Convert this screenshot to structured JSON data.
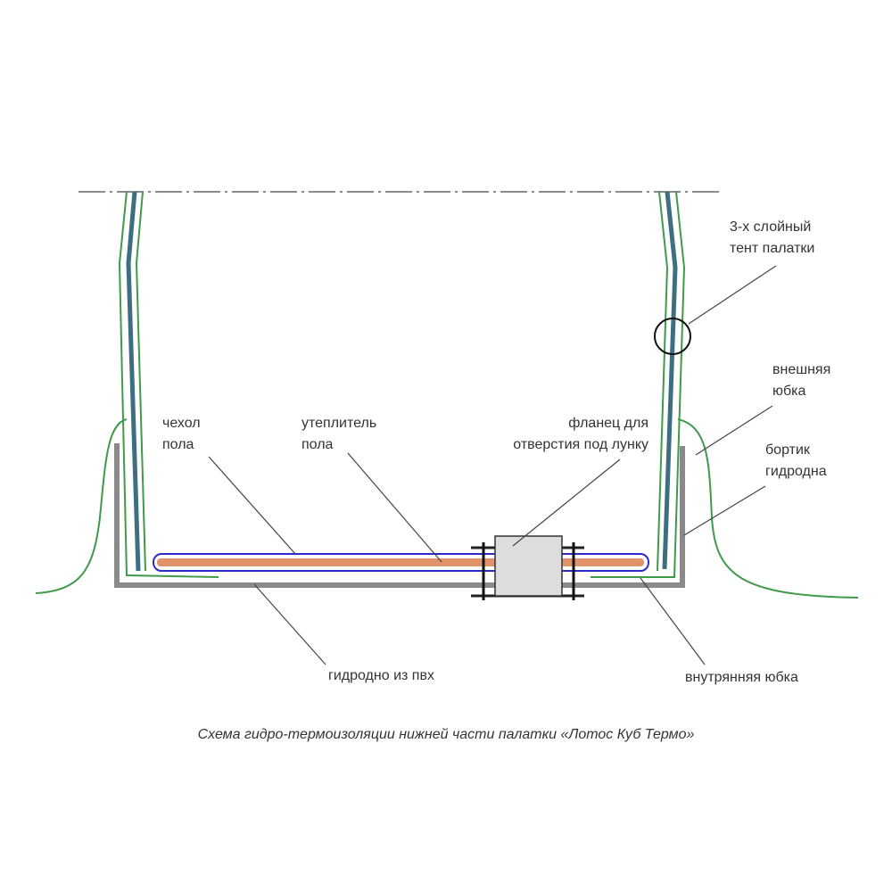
{
  "labels": {
    "tent": [
      "3-х слойный",
      "тент палатки"
    ],
    "outer_skirt": [
      "внешняя",
      "юбка"
    ],
    "side": [
      "бортик",
      "гидродна"
    ],
    "floor_cover": [
      "чехол",
      "пола"
    ],
    "insulation": [
      "утеплитель",
      "пола"
    ],
    "flange": [
      "фланец для",
      "отверстия под лунку"
    ],
    "bottom": "гидродно из пвх",
    "inner_skirt": "внутрянняя юбка"
  },
  "caption": "Схема гидро-термоизоляции нижней части палатки «Лотос Куб Термо»",
  "colors": {
    "green": "#3f9a4a",
    "teal": "#3d6f80",
    "gray": "#8a8a8a",
    "blue": "#2a2ad0",
    "orange": "#e0926a"
  }
}
